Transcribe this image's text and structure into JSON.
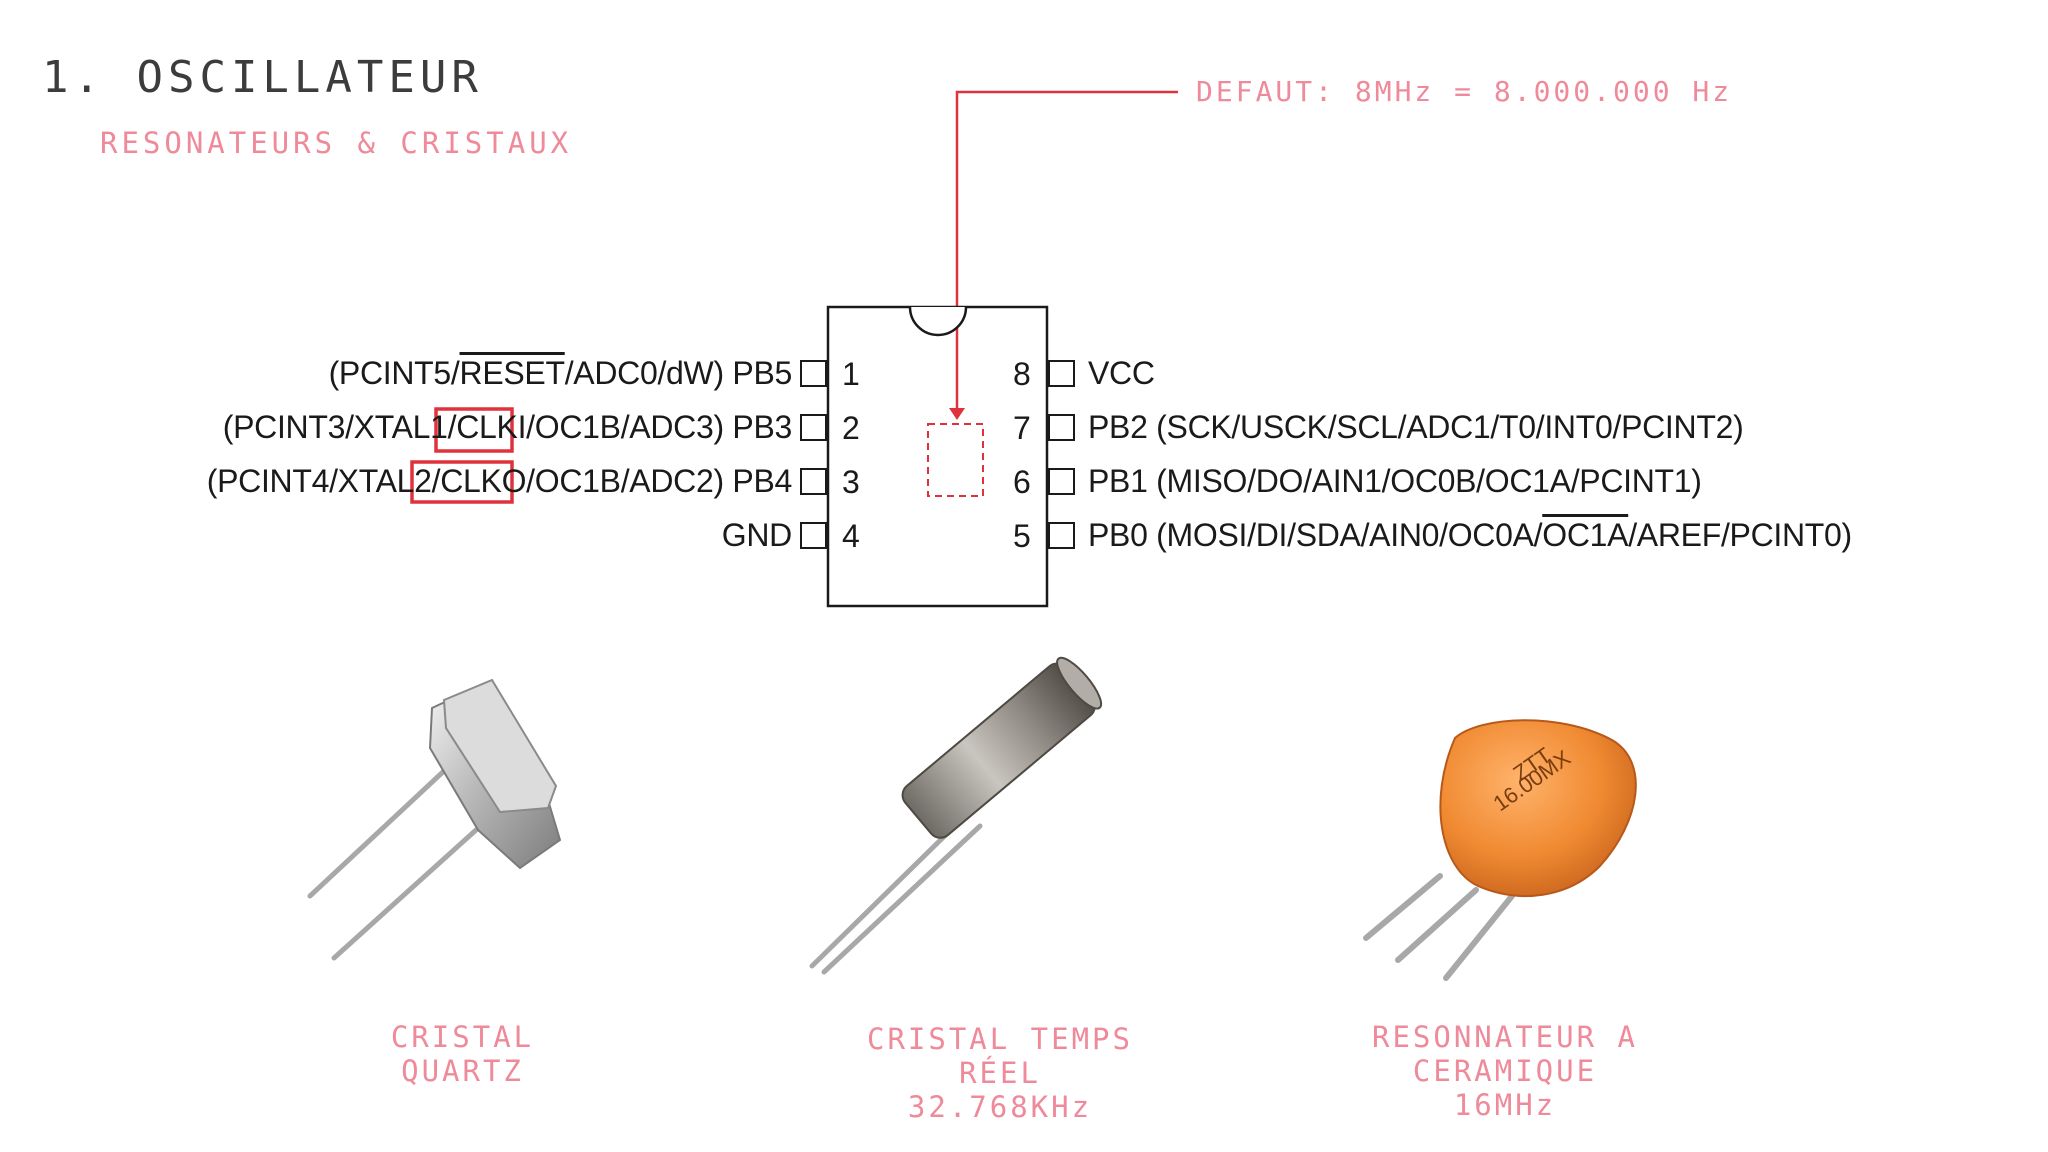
{
  "header": {
    "title": "1. OSCILLATEUR",
    "subtitle": "RESONATEURS & CRISTAUX",
    "default_note": "DEFAUT: 8MHz = 8.000.000 Hz"
  },
  "chip": {
    "left_pins": [
      {
        "number": "1",
        "pre": "(PCINT5/",
        "ovl": "RESET",
        "post": "/ADC0/dW) PB5"
      },
      {
        "number": "2",
        "pre": "(PCINT3/XTAL1/",
        "ovl": "",
        "post": "CLKI/OC1B/ADC3) PB3"
      },
      {
        "number": "3",
        "pre": "(PCINT4/XTAL2/",
        "ovl": "",
        "post": "CLKO/OC1B/ADC2) PB4"
      },
      {
        "number": "4",
        "pre": "",
        "ovl": "",
        "post": "GND"
      }
    ],
    "right_pins": [
      {
        "number": "8",
        "pre": "VCC",
        "ovl": "",
        "post": ""
      },
      {
        "number": "7",
        "pre": "PB2 (SCK/USCK/SCL/ADC1/T0/INT0/PCINT2)",
        "ovl": "",
        "post": ""
      },
      {
        "number": "6",
        "pre": "PB1 (MISO/DO/AIN1/OC0B/OC1A/PCINT1)",
        "ovl": "",
        "post": ""
      },
      {
        "number": "5",
        "pre": "PB0 (MOSI/DI/SDA/AIN0/OC0A/",
        "ovl": "OC1A",
        "post": "/AREF/PCINT0)"
      }
    ],
    "highlight_color": "#e0323c"
  },
  "components": [
    {
      "icon": "quartz-crystal-hc49-icon",
      "caption": [
        "CRISTAL",
        "QUARTZ"
      ]
    },
    {
      "icon": "real-time-crystal-cylinder-icon",
      "caption": [
        "CRISTAL TEMPS",
        "RÉEL",
        "32.768KHz"
      ]
    },
    {
      "icon": "ceramic-resonator-icon",
      "caption": [
        "RESONNATEUR A",
        "CERAMIQUE",
        "16MHz"
      ],
      "marking": [
        "ZTT",
        "16.00MX"
      ]
    }
  ],
  "colors": {
    "accent": "#ee8a9a",
    "line_red": "#e0323c",
    "text": "#1a1a1a"
  }
}
